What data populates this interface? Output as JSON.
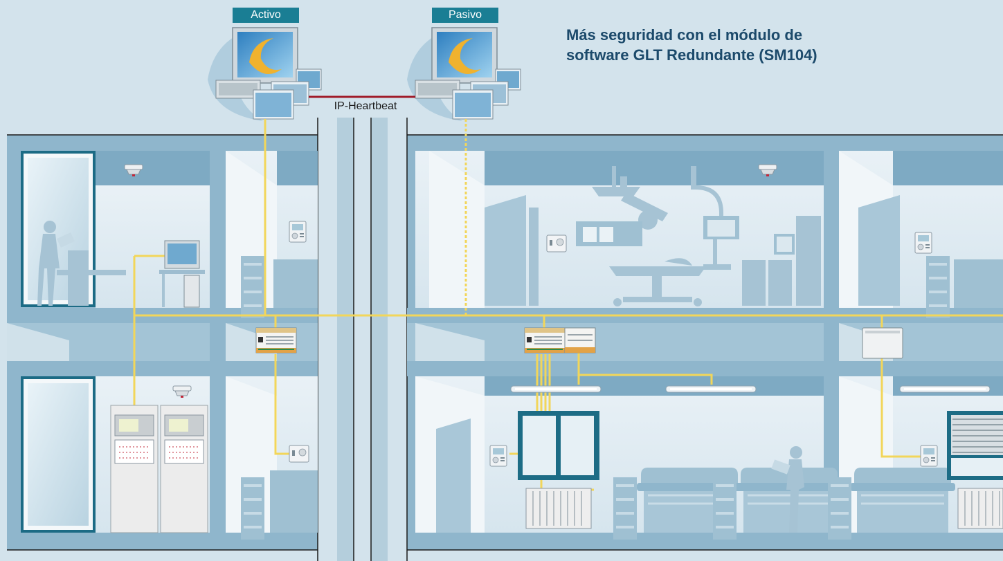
{
  "servers": {
    "active_label": "Activo",
    "passive_label": "Pasivo"
  },
  "heartbeat_label": "IP-Heartbeat",
  "headline": {
    "line1": "Más seguridad con el módulo de",
    "line2": "software GLT Redundante (SM104)"
  },
  "colors": {
    "background": "#d3e3ec",
    "label_bg": "#1a7e94",
    "headline": "#1c4a6b",
    "building": "#8fb6cc",
    "building_dark": "#6b9bb6",
    "room_light": "#e4eef4",
    "bus_cable": "#f2d65a",
    "heartbeat_cable": "#a01c2a",
    "silhouette": "#a6c3d4"
  },
  "icons": [
    "workstation-icon",
    "smoke-detector-icon",
    "room-controller-icon",
    "automation-station-icon",
    "fire-panel-icon",
    "ceiling-light-icon",
    "radiator-icon",
    "window-icon",
    "blinds-icon",
    "operating-lamp-icon",
    "operating-table-icon",
    "hospital-bed-icon",
    "door-icon",
    "person-silhouette-icon"
  ]
}
